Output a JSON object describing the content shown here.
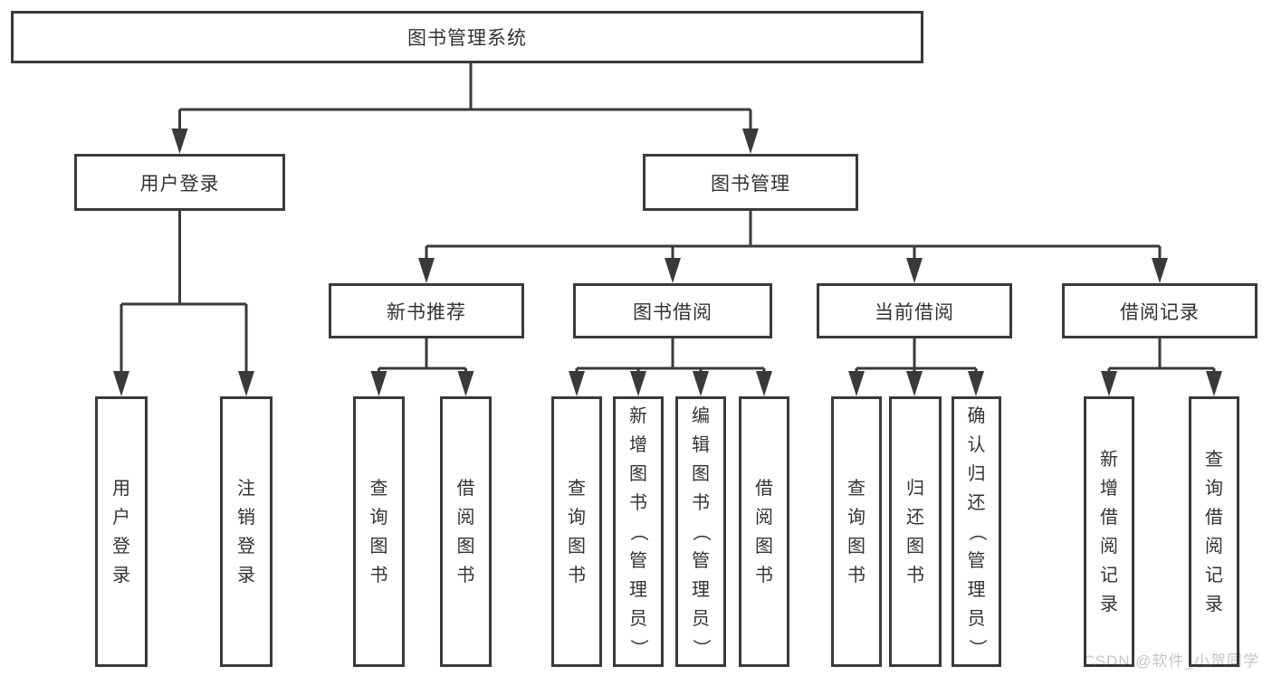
{
  "watermark": "CSDN @软件_小贺同学",
  "colors": {
    "line": "#3a3a3a",
    "text": "#333333",
    "watermark": "#c5c5c5",
    "background": "#ffffff"
  },
  "nodes": {
    "root": "图书管理系统",
    "user_login": "用户登录",
    "book_mgmt": "图书管理",
    "new_book_rec": "新书推荐",
    "book_borrow": "图书借阅",
    "current_borrow": "当前借阅",
    "borrow_records": "借阅记录"
  },
  "leaves": [
    {
      "label": "用户登录"
    },
    {
      "label": "注销登录"
    },
    {
      "label": "查询图书"
    },
    {
      "label": "借阅图书"
    },
    {
      "label": "查询图书"
    },
    {
      "label": "新增图书（管理员）"
    },
    {
      "label": "编辑图书（管理员）"
    },
    {
      "label": "借阅图书"
    },
    {
      "label": "查询图书"
    },
    {
      "label": "归还图书"
    },
    {
      "label": "确认归还（管理员）"
    },
    {
      "label": "新增借阅记录"
    },
    {
      "label": "查询借阅记录"
    }
  ]
}
